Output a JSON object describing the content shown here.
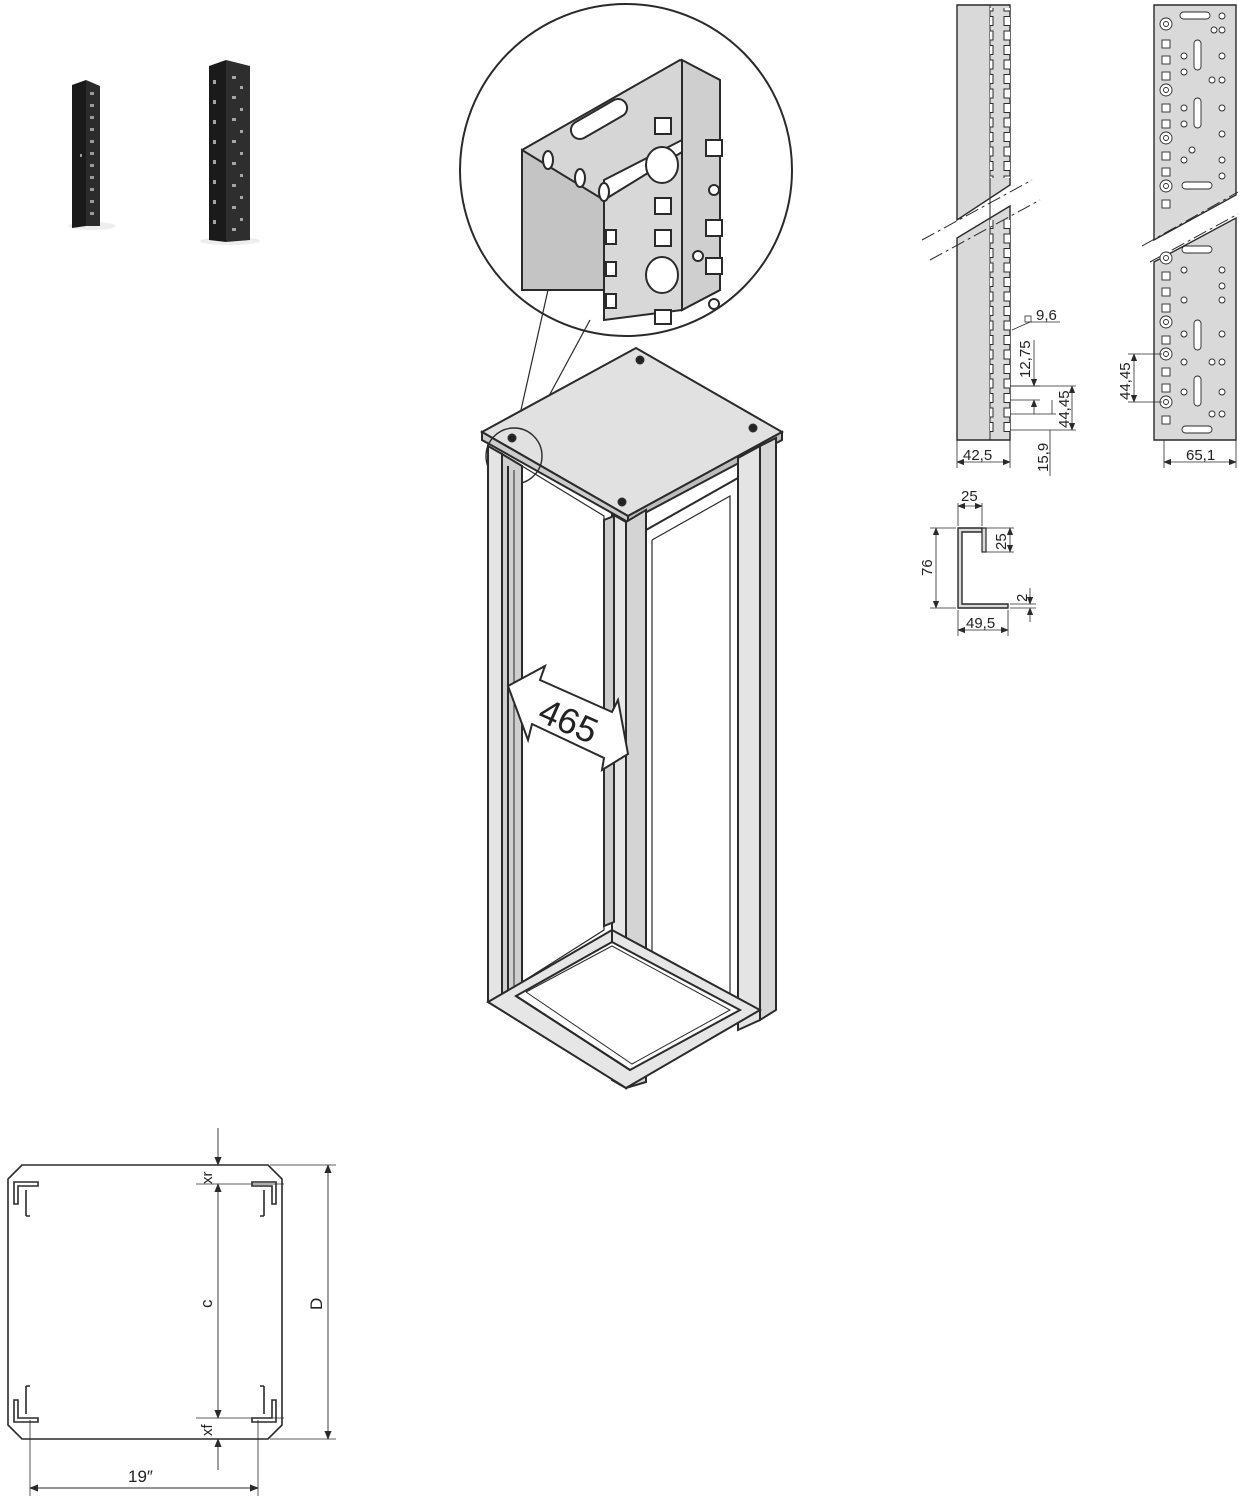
{
  "colors": {
    "steel_fill": "#d9d9d9",
    "steel_dark": "#b8b8b8",
    "line": "#2a2a2a",
    "photo_black": "#1e1e1e"
  },
  "profile_photos": {
    "icons": [
      "rail-narrow-photo-icon",
      "rail-wide-photo-icon"
    ]
  },
  "rack_drawing": {
    "width_label": "465"
  },
  "rail_narrow": {
    "width": "42,5",
    "hole_size": "9,6",
    "pitch": "12,75",
    "unit": "44,45",
    "offset": "15,9"
  },
  "rail_wide": {
    "width": "65,1",
    "unit": "44,45"
  },
  "cross_section": {
    "top_flange": "25",
    "lip_depth": "25",
    "height": "76",
    "thickness": "2",
    "base": "49,5"
  },
  "top_view": {
    "depth": "D",
    "inner": "c",
    "x_rear": "xr",
    "x_front": "xf",
    "width": "19″"
  }
}
